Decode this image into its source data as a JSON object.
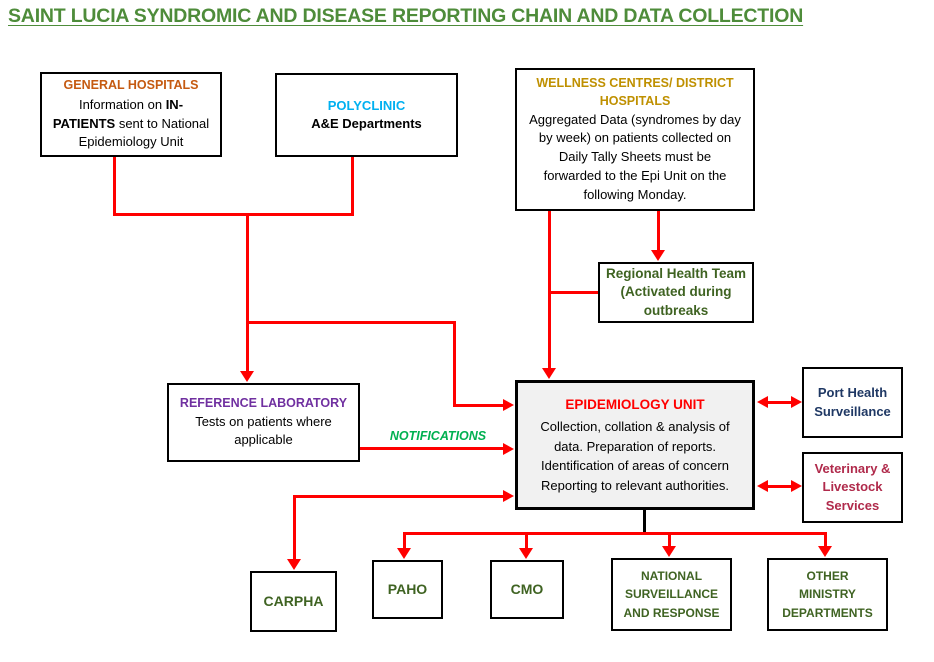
{
  "title": "SAINT LUCIA SYNDROMIC AND DISEASE REPORTING CHAIN AND DATA COLLECTION",
  "colors": {
    "title_green": "#4E8C3A",
    "orange": "#C55A11",
    "cyan": "#00B0F0",
    "gold": "#BF9000",
    "dark_green": "#3F6322",
    "purple": "#7030A0",
    "red": "#FF0000",
    "navy": "#1F3864",
    "crimson": "#B02A4B",
    "notif_green": "#00B050",
    "line_red": "#FF0000"
  },
  "boxes": {
    "general_hospitals": {
      "header": "GENERAL HOSPITALS",
      "line1_normal": "Information on ",
      "line1_bold": "IN-",
      "line2_bold": "PATIENTS",
      "line2_normal": " sent to National",
      "line3": "Epidemiology Unit"
    },
    "polyclinic": {
      "header": "POLYCLINIC",
      "body": "A&E Departments"
    },
    "wellness": {
      "header_lines": [
        "WELLNESS CENTRES/ DISTRICT",
        "HOSPITALS"
      ],
      "body_lines": [
        "Aggregated Data (syndromes by day",
        "by week) on patients collected on",
        "Daily Tally Sheets must be",
        "forwarded to the Epi Unit on the",
        "following Monday."
      ]
    },
    "regional_health_team": {
      "lines": [
        "Regional Health Team",
        "(Activated during",
        "outbreaks"
      ]
    },
    "reference_laboratory": {
      "header": "REFERENCE LABORATORY",
      "body_lines": [
        "Tests on patients where",
        "applicable"
      ]
    },
    "epidemiology_unit": {
      "header": "EPIDEMIOLOGY UNIT",
      "body_lines": [
        "Collection, collation & analysis of",
        "data. Preparation of reports.",
        "Identification of areas of concern",
        "Reporting to relevant authorities."
      ]
    },
    "port_health": {
      "lines": [
        "Port Health",
        "Surveillance"
      ]
    },
    "veterinary": {
      "lines": [
        "Veterinary &",
        "Livestock",
        "Services"
      ]
    },
    "carpha": {
      "label": "CARPHA"
    },
    "paho": {
      "label": "PAHO"
    },
    "cmo": {
      "label": "CMO"
    },
    "national_surveillance": {
      "lines": [
        "NATIONAL",
        "SURVEILLANCE",
        "AND RESPONSE"
      ]
    },
    "other_ministry": {
      "lines": [
        "OTHER",
        "MINISTRY",
        "DEPARTMENTS"
      ]
    }
  },
  "labels": {
    "notifications": "NOTIFICATIONS"
  }
}
